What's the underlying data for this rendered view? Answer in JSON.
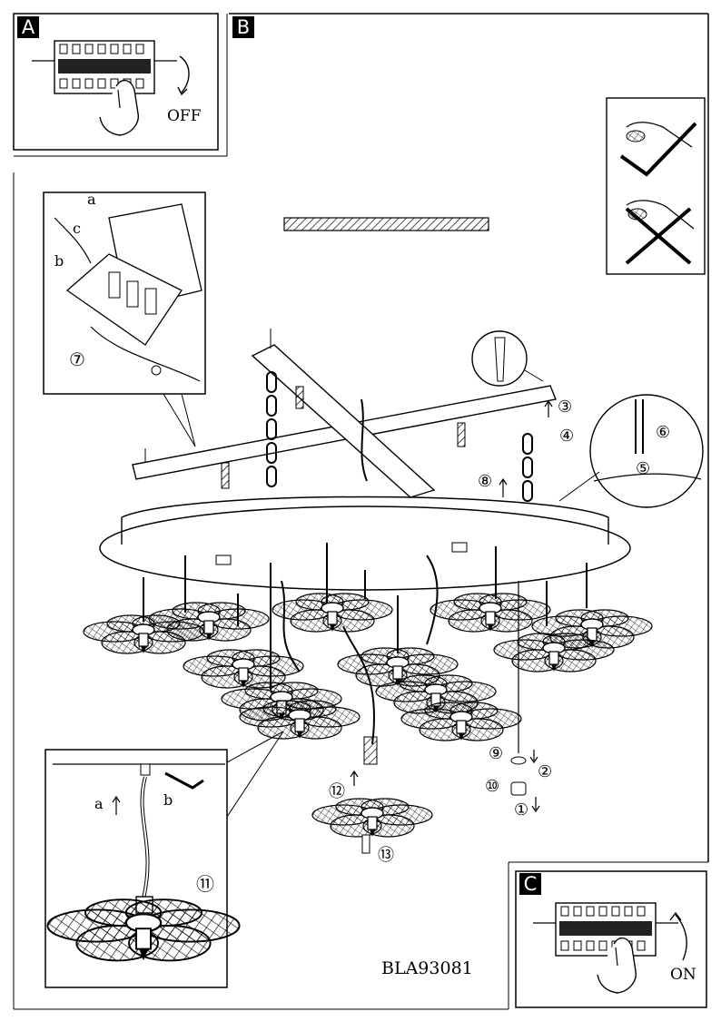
{
  "panels": {
    "a": {
      "tag": "A",
      "switch_label": "OFF"
    },
    "b": {
      "tag": "B"
    },
    "c": {
      "tag": "C",
      "switch_label": "ON"
    }
  },
  "callouts": {
    "wiring": {
      "sub_a": "a",
      "sub_b": "b",
      "sub_c": "c",
      "step": "⑦"
    },
    "pendant": {
      "sub_a": "a",
      "sub_b": "b",
      "step": "⑪"
    }
  },
  "steps": {
    "s1": "①",
    "s2": "②",
    "s3": "③",
    "s4": "④",
    "s5": "⑤",
    "s6": "⑥",
    "s8": "⑧",
    "s9": "⑨",
    "s10": "⑩",
    "s12": "⑫",
    "s13": "⑬"
  },
  "model_number": "BLA93081",
  "icons": [
    "breaker-switch-icon",
    "hand-icon",
    "check-icon",
    "cross-icon",
    "wall-plug-icon",
    "allen-key-icon"
  ]
}
